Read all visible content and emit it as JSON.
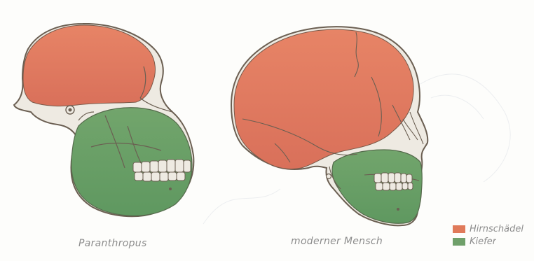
{
  "captions": {
    "left": "Paranthropus",
    "right": "moderner Mensch"
  },
  "legend": {
    "items": [
      {
        "label": "Hirnschädel",
        "color": "#e07a5a"
      },
      {
        "label": "Kiefer",
        "color": "#6fa06a"
      }
    ]
  },
  "colors": {
    "skull_fill": "#eeeae2",
    "outline": "#6b5f52",
    "brain_case": "#e07a5a",
    "jaw": "#6fa06a"
  }
}
